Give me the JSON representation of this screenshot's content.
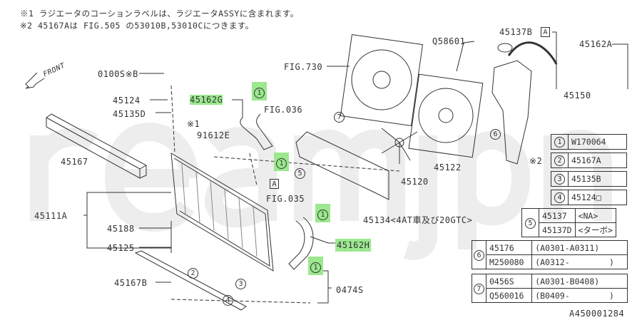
{
  "notes": [
    "※1 ラジエータのコーションラベルは、ラジエータASSYに含まれます。",
    "※2 45167Aは FIG.505 の53010B,53010Cにつきます。"
  ],
  "watermark": "reamjpn",
  "front_label": "FRONT",
  "labels": {
    "p0100s": "0100S※B",
    "p45124": "45124",
    "p45135d": "45135D",
    "p45162g": "45162G",
    "fig036": "FIG.036",
    "note1": "※1",
    "p91612e": "91612E",
    "p45167": "45167",
    "fig035": "FIG.035",
    "p45111a": "45111A",
    "p45188": "45188",
    "p45125": "45125",
    "p45167b": "45167B",
    "p45162h": "45162H",
    "p0474s": "0474S",
    "fig730": "FIG.730",
    "q58601": "Q58601",
    "p45137b": "45137B",
    "p45162a": "45162A",
    "p45150": "45150",
    "p45120": "45120",
    "p45122": "45122",
    "p45134": "45134<4AT車及び20GTC>",
    "box_a": "A",
    "note2": "※2"
  },
  "callouts": {
    "c1": "1",
    "c2": "2",
    "c3": "3",
    "c4": "4",
    "c5": "5",
    "c6": "6",
    "c7": "7"
  },
  "legend_simple": [
    {
      "num": "1",
      "part": "W170064"
    },
    {
      "num": "2",
      "part": "45167A"
    },
    {
      "num": "3",
      "part": "45135B"
    },
    {
      "num": "4",
      "part": "45124□"
    }
  ],
  "legend_5": [
    {
      "part": "45137",
      "cond": "<NA>"
    },
    {
      "part": "45137D",
      "cond": "<ターボ>"
    }
  ],
  "legend_6": [
    {
      "part": "45176",
      "cond": "(A0301-A0311)"
    },
    {
      "part": "M250080",
      "cond": "(A0312-        )"
    }
  ],
  "legend_7": [
    {
      "part": "0456S",
      "cond": "(A0301-B0408)"
    },
    {
      "part": "Q560016",
      "cond": "(B0409-        )"
    }
  ],
  "diagram_id": "A450001284"
}
